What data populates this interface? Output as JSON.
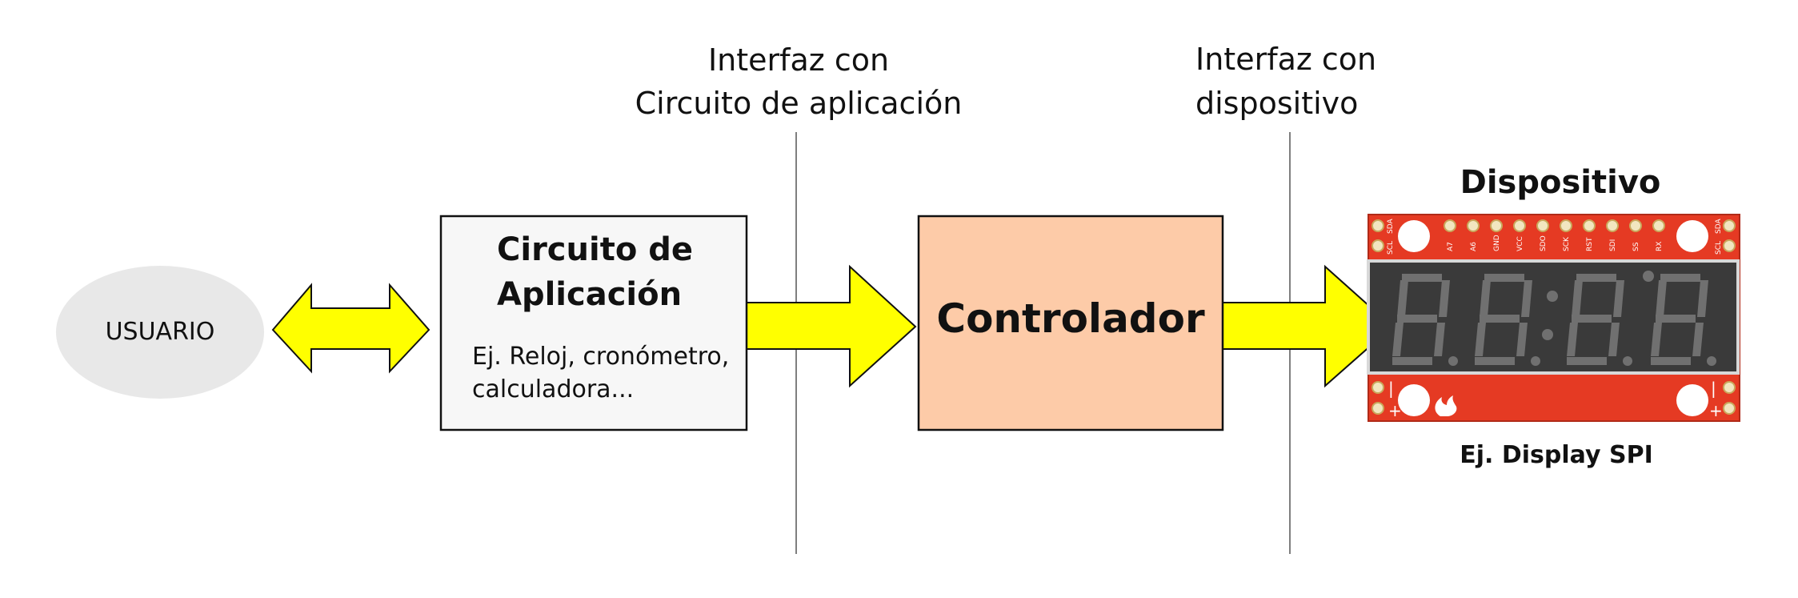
{
  "interfaces": {
    "app": {
      "line1": "Interfaz con",
      "line2": "Circuito de aplicación"
    },
    "device": {
      "line1": "Interfaz con",
      "line2": "dispositivo"
    }
  },
  "user": {
    "label": "USUARIO"
  },
  "app_circuit": {
    "title1": "Circuito de",
    "title2": "Aplicación",
    "example1": "Ej. Reloj, cronómetro,",
    "example2": "calculadora..."
  },
  "controller": {
    "label": "Controlador"
  },
  "device": {
    "title": "Dispositivo",
    "caption": "Ej. Display SPI",
    "pins_top": [
      "A7",
      "A6",
      "GND",
      "VCC",
      "SDO",
      "SCK",
      "RST",
      "SDI",
      "SS",
      "RX"
    ],
    "pin_left_top": "SDA",
    "pin_left_bottom": "SCL",
    "pin_right_top": "SDA",
    "pin_right_bottom": "SCL",
    "board_color": "#e53a23",
    "display_color": "#3a3a3a",
    "segment_color": "#707070"
  },
  "colors": {
    "arrow_fill": "#ffff00",
    "controller_fill": "#fdcba8",
    "app_fill": "#f7f7f7",
    "user_fill": "#e8e8e8"
  }
}
